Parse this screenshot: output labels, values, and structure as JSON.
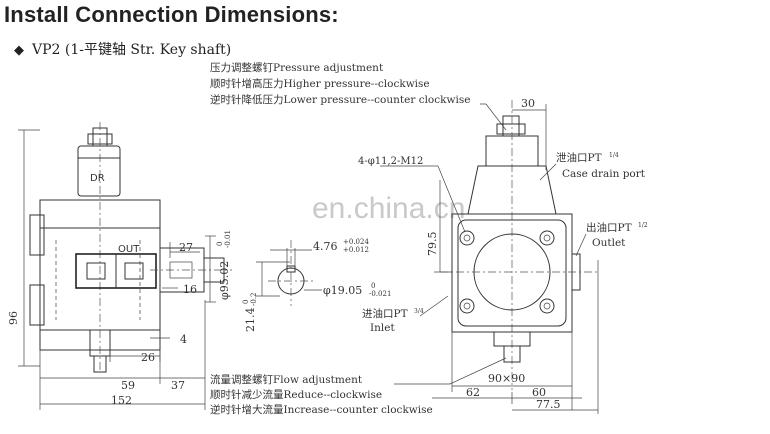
{
  "heading": "Install Connection Dimensions:",
  "subheading": {
    "bullet": "◆",
    "text": "VP2 (1-平键轴 Str. Key shaft)"
  },
  "watermark": "en.china.cn",
  "pressure_adjust": {
    "line1": "压力调整螺钉Pressure adjustment",
    "line2": "顺时针增高压力Higher pressure--clockwise",
    "line3": "逆时针降低压力Lower pressure--counter clockwise"
  },
  "flow_adjust": {
    "line1": "流量调整螺钉Flow  adjustment",
    "line2": "顺时针减少流量Reduce--clockwise",
    "line3": "逆时针增大流量Increase--counter clockwise"
  },
  "ports": {
    "case_drain_cn": "泄油口PT",
    "case_drain_frac": "1/4",
    "case_drain_en": "Case drain port",
    "outlet_cn": "出油口PT",
    "outlet_frac": "1/2",
    "outlet_en": "Outlet",
    "inlet_cn": "进油口PT",
    "inlet_frac": "3/4",
    "inlet_en": "Inlet"
  },
  "labels": {
    "dr": "DR",
    "out": "OUT"
  },
  "dimensions": {
    "d30": "30",
    "bolt": "4-φ11,2-M12",
    "d79_5": "79.5",
    "d27": "27",
    "d16": "16",
    "d4": "4",
    "d26": "26",
    "d59": "59",
    "d37": "37",
    "d152": "152",
    "d96": "96",
    "phi95": "φ95.02",
    "phi95_tol_up": "0",
    "phi95_tol_low": "-0.01",
    "d21_4": "21.4",
    "d21_4_tol_up": "0",
    "d21_4_tol_low": "-0.2",
    "key": "4.76",
    "key_tol_up": "+0.024",
    "key_tol_low": "+0.012",
    "phi19": "φ19.05",
    "phi19_tol_up": "0",
    "phi19_tol_low": "-0.021",
    "d90x90": "90×90",
    "d62": "62",
    "d60": "60",
    "d77_5": "77.5"
  }
}
